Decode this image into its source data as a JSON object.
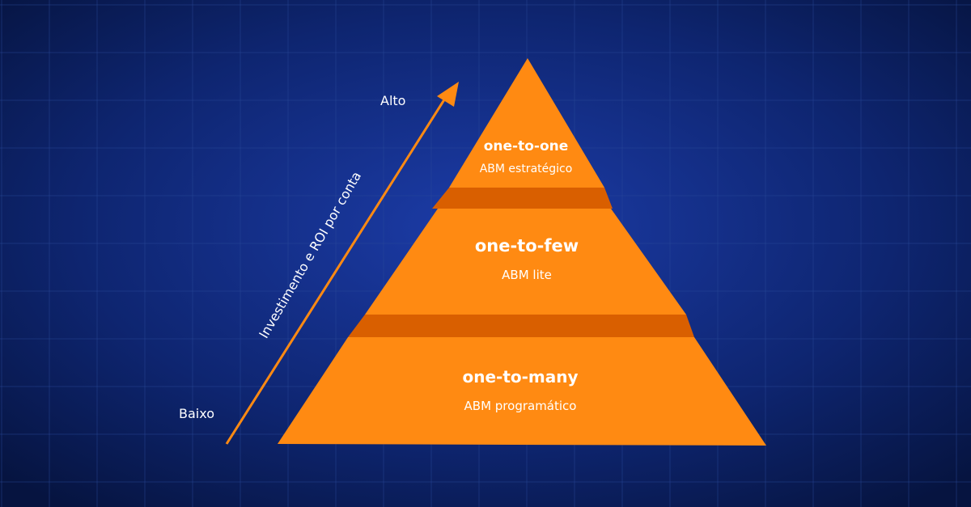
{
  "diagram": {
    "axis": {
      "label": "Investimento e ROI por conta",
      "high_label": "Alto",
      "low_label": "Baixo"
    },
    "tiers": [
      {
        "title": "one-to-one",
        "subtitle": "ABM estratégico"
      },
      {
        "title": "one-to-few",
        "subtitle": "ABM lite"
      },
      {
        "title": "one-to-many",
        "subtitle": "ABM programático"
      }
    ]
  },
  "colors": {
    "background_center": "#1a3a9e",
    "background_edge": "#061440",
    "tier_fill": "#ff8a12",
    "tier_fold": "#d95f00",
    "arrow": "#ff8a12",
    "text": "#ffffff"
  }
}
